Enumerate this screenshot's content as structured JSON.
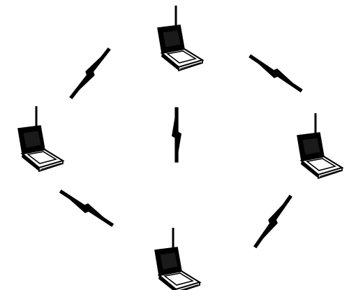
{
  "diagram": {
    "type": "wireless-ad-hoc-network",
    "colors": {
      "ink": "#000000",
      "paper": "#ffffff"
    },
    "nodes": [
      {
        "id": "laptop-top",
        "icon": "laptop-antenna-icon"
      },
      {
        "id": "laptop-left",
        "icon": "laptop-antenna-icon"
      },
      {
        "id": "laptop-right",
        "icon": "laptop-antenna-icon"
      },
      {
        "id": "laptop-bottom",
        "icon": "laptop-antenna-icon"
      }
    ],
    "links": [
      {
        "from": "laptop-left",
        "to": "laptop-top",
        "icon": "wireless-link-icon"
      },
      {
        "from": "laptop-top",
        "to": "laptop-right",
        "icon": "wireless-link-icon"
      },
      {
        "from": "laptop-left",
        "to": "laptop-bottom",
        "icon": "wireless-link-icon"
      },
      {
        "from": "laptop-bottom",
        "to": "laptop-right",
        "icon": "wireless-link-icon"
      },
      {
        "from": "laptop-top",
        "to": "laptop-bottom",
        "icon": "wireless-link-icon"
      }
    ]
  }
}
